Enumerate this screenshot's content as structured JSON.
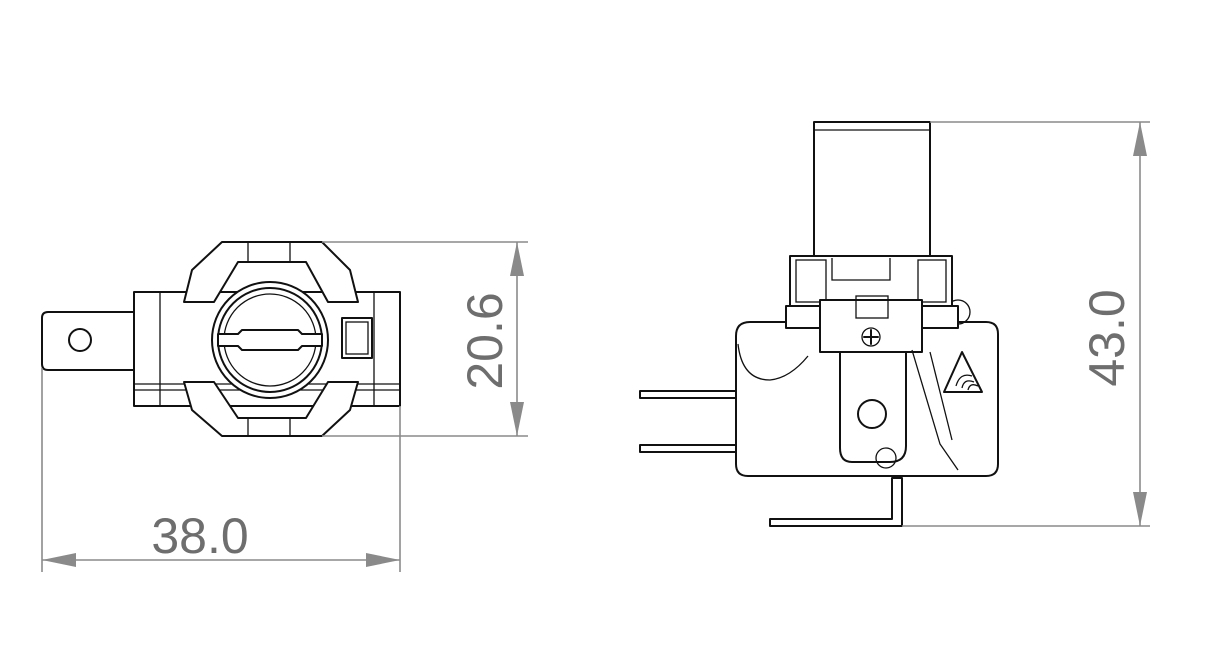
{
  "dimensions": {
    "width_label": "38.0",
    "height_front_label": "20.6",
    "height_side_label": "43.0"
  },
  "colors": {
    "dimension_line": "#8a8a8a",
    "dimension_text": "#6e6e6e",
    "part_outline": "#111111"
  },
  "icons": {
    "polarity_mark": "plus-icon",
    "maker_mark": "triangle-logo-icon"
  }
}
